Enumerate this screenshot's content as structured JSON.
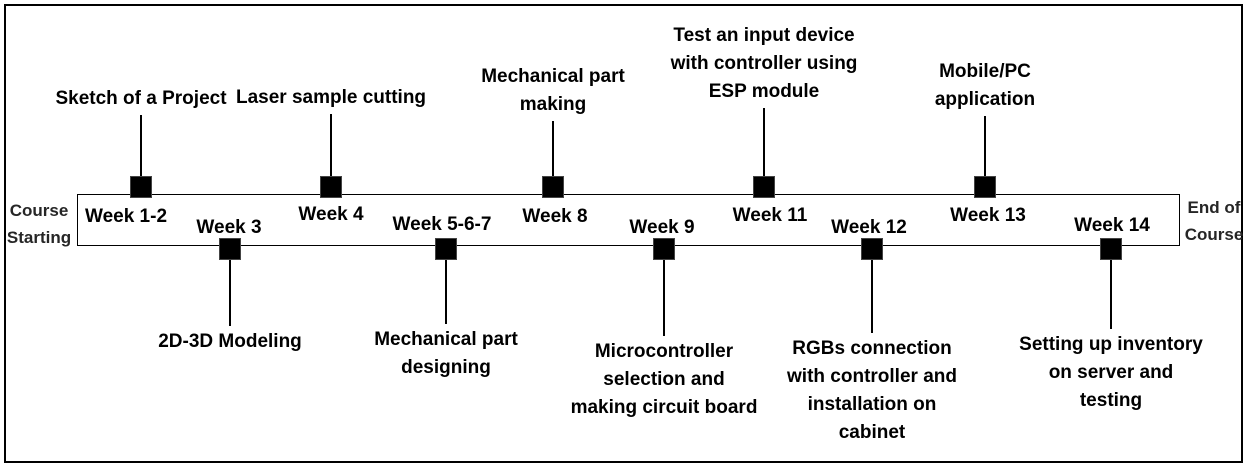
{
  "diagram": {
    "start_label": [
      "Course",
      "Starting"
    ],
    "end_label": [
      "End of",
      "Course"
    ],
    "milestones": [
      {
        "week": "Week 1-2",
        "task": [
          "Sketch of a Project"
        ],
        "side": "top"
      },
      {
        "week": "Week 3",
        "task": [
          "2D-3D Modeling"
        ],
        "side": "bottom"
      },
      {
        "week": "Week 4",
        "task": [
          "Laser sample cutting"
        ],
        "side": "top"
      },
      {
        "week": "Week 5-6-7",
        "task": [
          "Mechanical part",
          "designing"
        ],
        "side": "bottom"
      },
      {
        "week": "Week 8",
        "task": [
          "Mechanical part",
          "making"
        ],
        "side": "top"
      },
      {
        "week": "Week 9",
        "task": [
          "Microcontroller",
          "selection and",
          "making circuit board"
        ],
        "side": "bottom"
      },
      {
        "week": "Week 11",
        "task": [
          "Test an input device",
          "with controller using",
          "ESP module"
        ],
        "side": "top"
      },
      {
        "week": "Week 12",
        "task": [
          "RGBs connection",
          "with controller and",
          "installation on",
          "cabinet"
        ],
        "side": "bottom"
      },
      {
        "week": "Week 13",
        "task": [
          "Mobile/PC",
          "application"
        ],
        "side": "top"
      },
      {
        "week": "Week 14",
        "task": [
          "Setting up inventory",
          "on server and",
          "testing"
        ],
        "side": "bottom"
      }
    ]
  }
}
